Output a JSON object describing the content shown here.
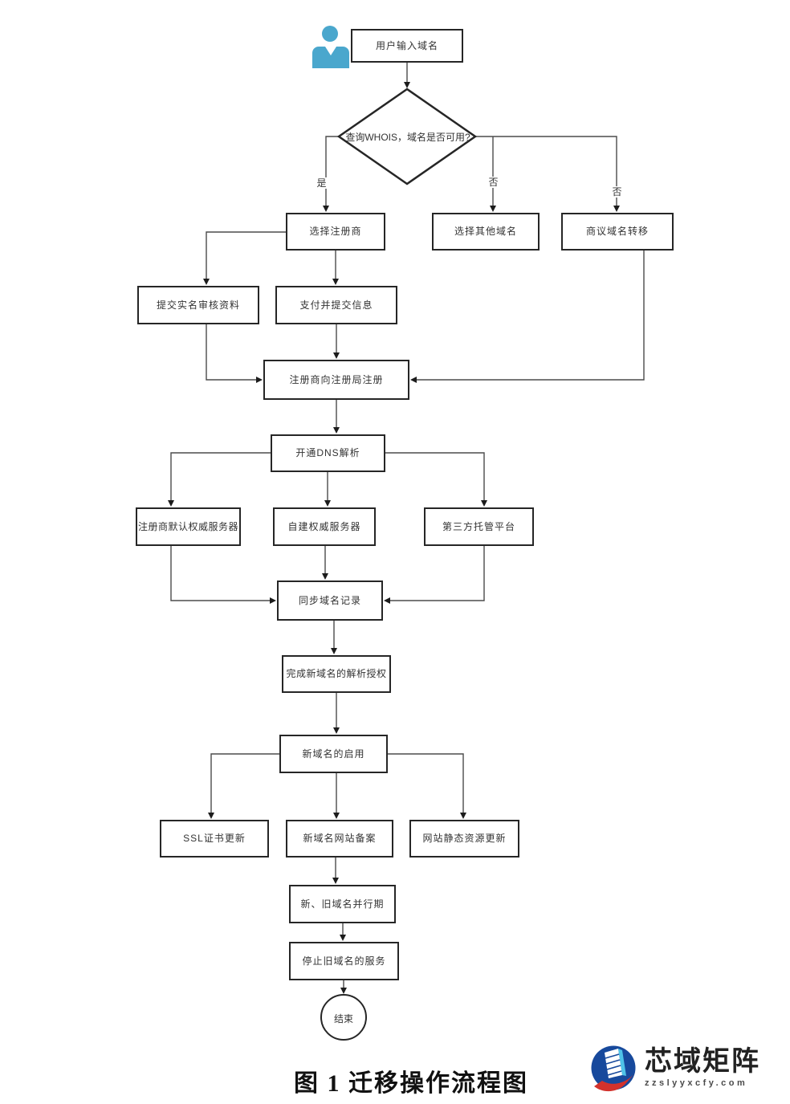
{
  "flowchart": {
    "caption": "图 1 迁移操作流程图",
    "nodes": {
      "user_input": "用户输入域名",
      "whois_check": "查询WHOIS，域名是否可用?",
      "choose_registrar": "选择注册商",
      "choose_other_domain": "选择其他域名",
      "negotiate_transfer": "商议域名转移",
      "submit_realname": "提交实名审核资料",
      "pay_and_submit": "支付并提交信息",
      "registrar_to_registry": "注册商向注册局注册",
      "enable_dns": "开通DNS解析",
      "registrar_default_ns": "注册商默认权威服务器",
      "self_built_ns": "自建权威服务器",
      "third_party_hosting": "第三方托管平台",
      "sync_domain_records": "同步域名记录",
      "complete_resolution_auth": "完成新域名的解析授权",
      "enable_new_domain": "新域名的启用",
      "ssl_cert_update": "SSL证书更新",
      "new_domain_icp": "新域名网站备案",
      "static_resource_update": "网站静态资源更新",
      "parallel_period": "新、旧域名并行期",
      "stop_old_domain": "停止旧域名的服务",
      "end": "结束"
    },
    "edge_labels": {
      "yes": "是",
      "no_other": "否",
      "no_transfer": "否"
    }
  },
  "logo": {
    "brand": "芯域矩阵",
    "domain": "zzslyyxcfy.com"
  },
  "colors": {
    "user_icon_blue": "#4aa7cd",
    "box_border": "#262626",
    "connector": "#4b4b4b",
    "logo_blue": "#17499c",
    "logo_red": "#d2322c",
    "logo_cyan": "#4fc3e8"
  }
}
